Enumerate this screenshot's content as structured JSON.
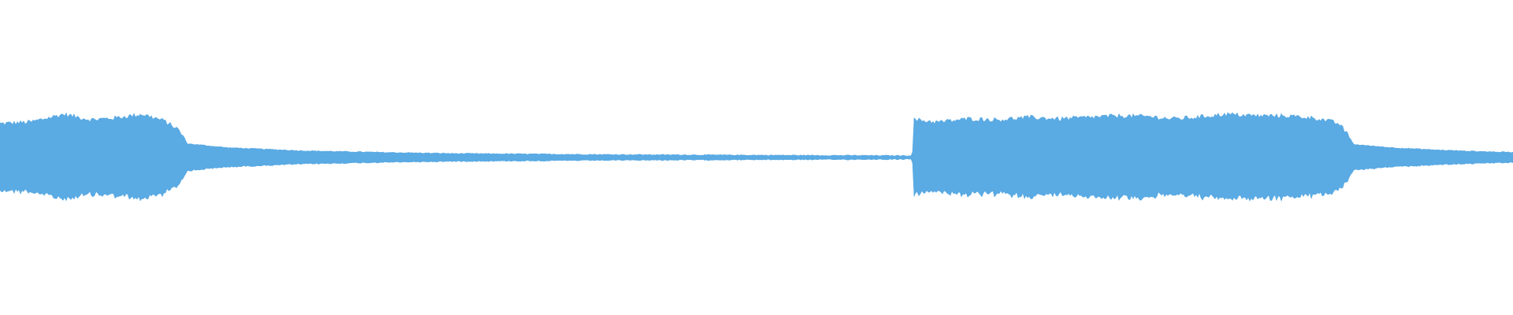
{
  "waveform": {
    "color": "#5aaae3",
    "background": "#ffffff",
    "envelope_profile": [
      [
        0.0,
        0.4
      ],
      [
        0.02,
        0.42
      ],
      [
        0.042,
        0.52
      ],
      [
        0.06,
        0.45
      ],
      [
        0.075,
        0.47
      ],
      [
        0.094,
        0.52
      ],
      [
        0.108,
        0.44
      ],
      [
        0.117,
        0.34
      ],
      [
        0.124,
        0.17
      ],
      [
        0.15,
        0.12
      ],
      [
        0.2,
        0.08
      ],
      [
        0.25,
        0.06
      ],
      [
        0.3,
        0.045
      ],
      [
        0.4,
        0.032
      ],
      [
        0.5,
        0.024
      ],
      [
        0.603,
        0.018
      ],
      [
        0.604,
        0.45
      ],
      [
        0.62,
        0.42
      ],
      [
        0.64,
        0.46
      ],
      [
        0.66,
        0.45
      ],
      [
        0.68,
        0.48
      ],
      [
        0.7,
        0.46
      ],
      [
        0.72,
        0.48
      ],
      [
        0.74,
        0.5
      ],
      [
        0.76,
        0.49
      ],
      [
        0.775,
        0.46
      ],
      [
        0.79,
        0.48
      ],
      [
        0.81,
        0.52
      ],
      [
        0.83,
        0.5
      ],
      [
        0.85,
        0.5
      ],
      [
        0.87,
        0.47
      ],
      [
        0.885,
        0.4
      ],
      [
        0.895,
        0.16
      ],
      [
        0.92,
        0.12
      ],
      [
        0.95,
        0.09
      ],
      [
        0.98,
        0.07
      ],
      [
        1.0,
        0.06
      ]
    ]
  }
}
